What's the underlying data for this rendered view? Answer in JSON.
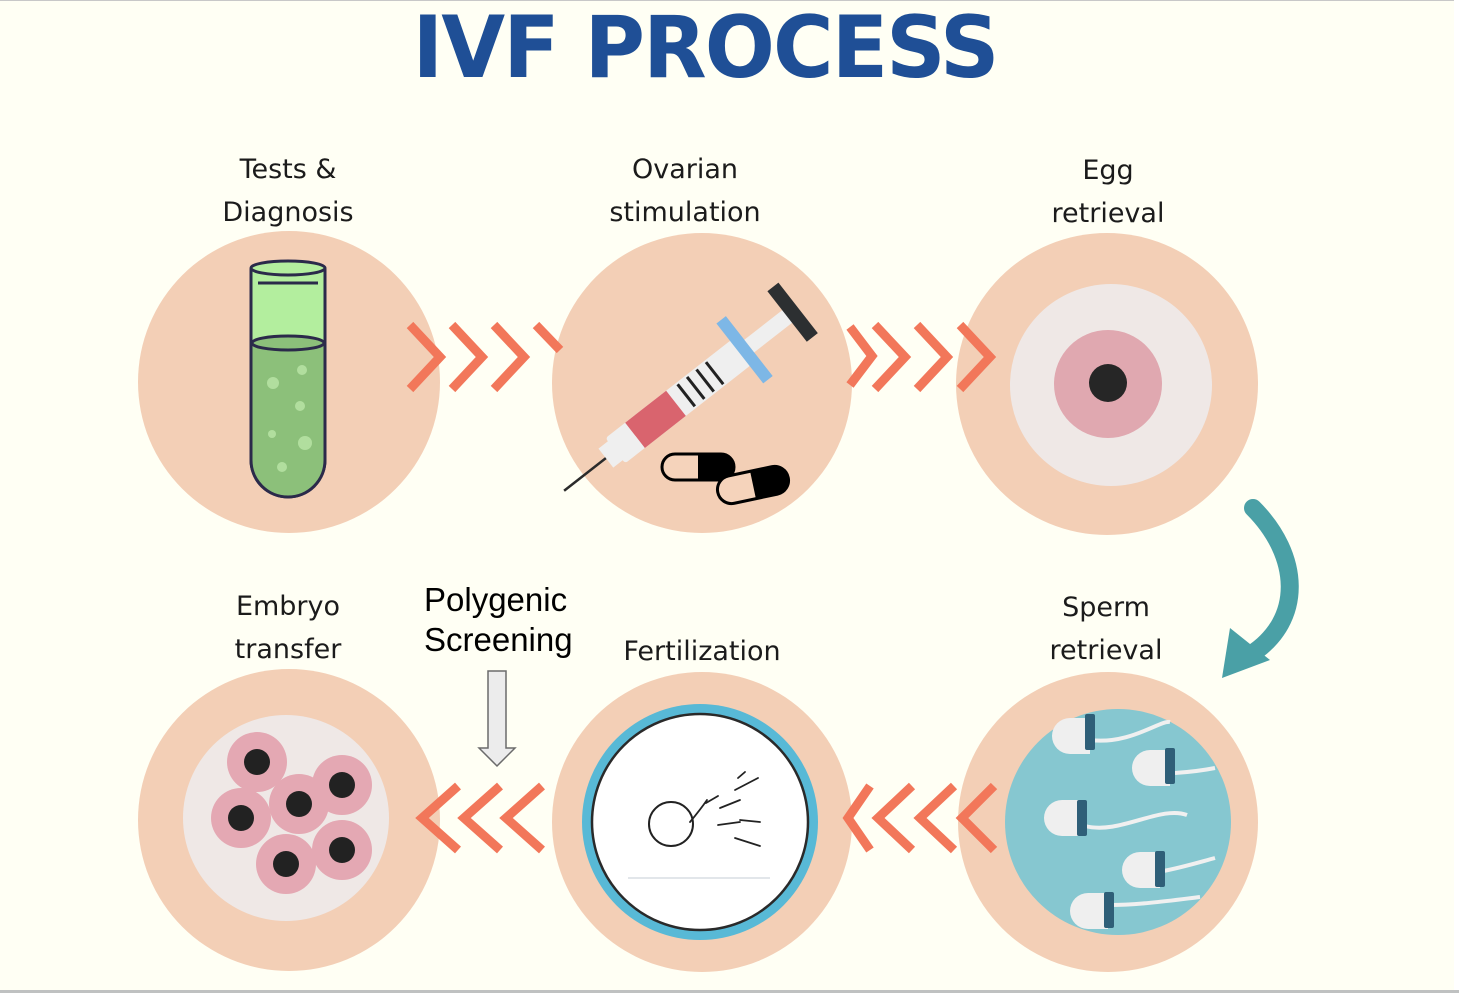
{
  "title": "IVF PROCESS",
  "colors": {
    "background": "#fffff4",
    "title": "#1f4f96",
    "circle": "#f3cfb6",
    "chevron": "#f2775a",
    "curved_arrow": "#4aa0a6",
    "label_text": "#1b1b1b"
  },
  "steps": [
    {
      "id": "tests",
      "line1": "Tests &",
      "line2": "Diagnosis",
      "icon": "test-tube-icon"
    },
    {
      "id": "ovarian",
      "line1": "Ovarian",
      "line2": "stimulation",
      "icon": "syringe-icon"
    },
    {
      "id": "egg",
      "line1": "Egg",
      "line2": "retrieval",
      "icon": "egg-cell-icon"
    },
    {
      "id": "sperm",
      "line1": "Sperm",
      "line2": "retrieval",
      "icon": "sperm-cells-icon"
    },
    {
      "id": "fertilization",
      "line1": "Fertilization",
      "line2": "",
      "icon": "fertilization-icon"
    },
    {
      "id": "embryo",
      "line1": "Embryo",
      "line2": "transfer",
      "icon": "embryo-cluster-icon"
    }
  ],
  "annotation": {
    "line1": "Polygenic",
    "line2": "Screening",
    "icon": "down-arrow-icon"
  }
}
